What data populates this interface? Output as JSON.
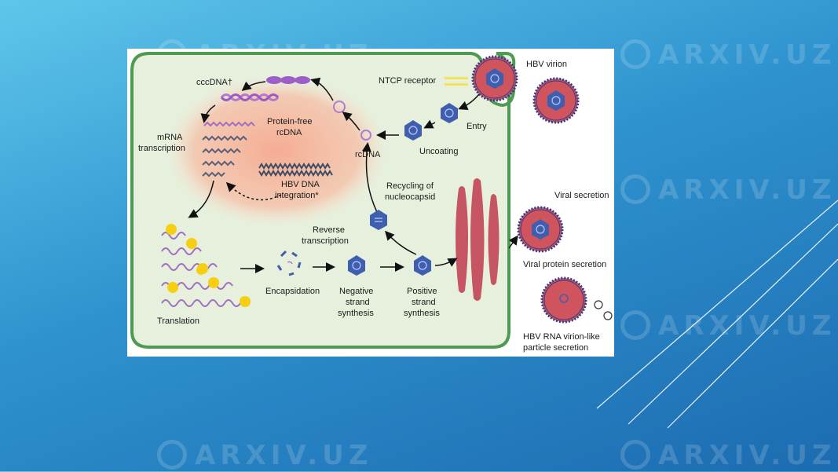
{
  "watermark": "ARXIV.UZ",
  "diagram": {
    "labels": {
      "hbv_virion": "HBV virion",
      "ntcp_receptor": "NTCP receptor",
      "entry": "Entry",
      "uncoating": "Uncoating",
      "rcdna": "rcDNA",
      "cccdna": "cccDNA†",
      "protein_free_1": "Protein-free",
      "protein_free_2": "rcDNA",
      "mrna_1": "mRNA",
      "mrna_2": "transcription",
      "hbv_dna_1": "HBV DNA",
      "hbv_dna_2": "integration*",
      "recycling_1": "Recycling of",
      "recycling_2": "nucleocapsid",
      "reverse_1": "Reverse",
      "reverse_2": "transcription",
      "translation": "Translation",
      "encapsidation": "Encapsidation",
      "negative_1": "Negative",
      "negative_2": "strand",
      "negative_3": "synthesis",
      "positive_1": "Positive",
      "positive_2": "strand",
      "positive_3": "synthesis",
      "viral_secretion": "Viral secretion",
      "viral_protein_secretion": "Viral protein secretion",
      "rna_virion_1": "HBV RNA virion-like",
      "rna_virion_2": "particle secretion"
    },
    "colors": {
      "cell_fill": "#e6f0dc",
      "cell_border": "#4e9a52",
      "nucleus_glow": "#f6a98f",
      "capsid": "#3f5fae",
      "virion_envelope": "#d0545e",
      "virion_spikes": "#2a3e8a",
      "er": "#c65563",
      "ribosome": "#f7cf12",
      "receptor": "#f3e35a",
      "mrna": "#a06fc0"
    }
  }
}
